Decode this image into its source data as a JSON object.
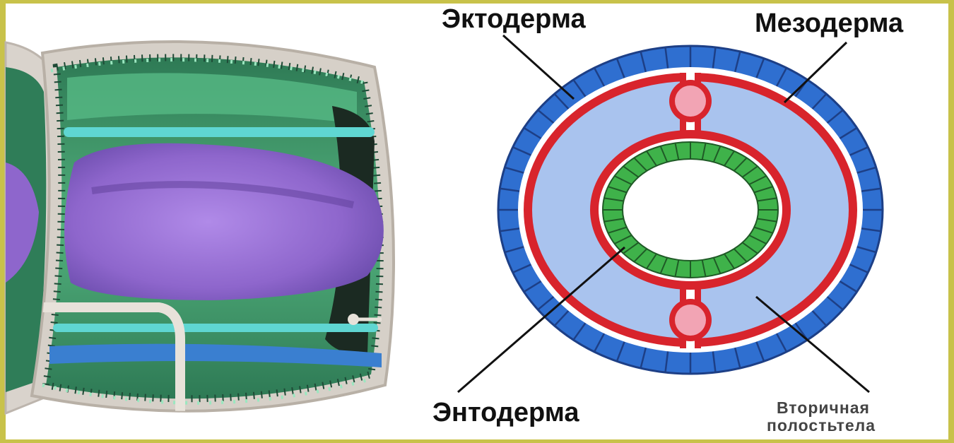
{
  "labels": {
    "ectoderm": "Эктодерма",
    "mesoderm": "Мезодерма",
    "endoderm": "Энтодерма",
    "cavity_line1": "Вторичная",
    "cavity_line2": "полостьтела"
  },
  "colors": {
    "background_border": "#c8c24a",
    "ectoderm": "#2f6fd0",
    "mesoderm": "#d8242c",
    "cavity": "#a9c3ee",
    "endoderm": "#3fb24a",
    "worm_body": "#3f9a6a",
    "gut": "#9a72d6"
  }
}
